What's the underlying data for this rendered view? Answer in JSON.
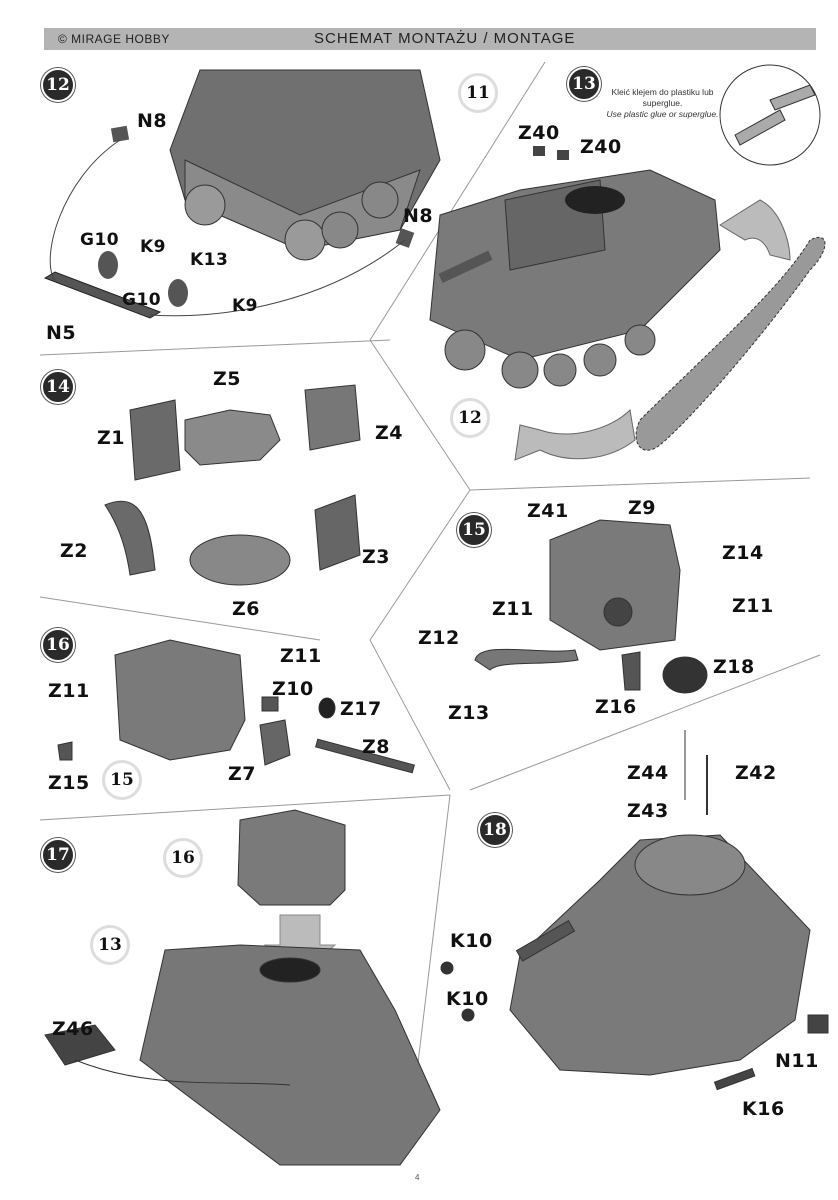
{
  "header": {
    "brand": "© MIRAGE HOBBY",
    "title": "SCHEMAT MONTAŻU / MONTAGE"
  },
  "glue_note": {
    "polish": "Kleić klejem do plastiku lub superglue.",
    "english": "Use plastic glue or superglue."
  },
  "steps": [
    "12",
    "13",
    "14",
    "15",
    "16",
    "17",
    "18"
  ],
  "references": {
    "s12": "11",
    "s13": "12",
    "s16": "15",
    "s17a": "16",
    "s17b": "13"
  },
  "parts": {
    "s12": [
      "N8",
      "N8",
      "G10",
      "K9",
      "K13",
      "G10",
      "K9",
      "N5"
    ],
    "s13": [
      "Z40",
      "Z40"
    ],
    "s14": [
      "Z5",
      "Z1",
      "Z4",
      "Z2",
      "Z3",
      "Z6"
    ],
    "s15": [
      "Z41",
      "Z9",
      "Z14",
      "Z11",
      "Z11",
      "Z12",
      "Z18",
      "Z13",
      "Z16"
    ],
    "s16": [
      "Z11",
      "Z11",
      "Z10",
      "Z17",
      "Z8",
      "Z15",
      "Z7"
    ],
    "s17": [
      "Z46"
    ],
    "s18": [
      "Z44",
      "Z42",
      "Z43",
      "K10",
      "K10",
      "N11",
      "K16"
    ]
  },
  "page_number": "4"
}
